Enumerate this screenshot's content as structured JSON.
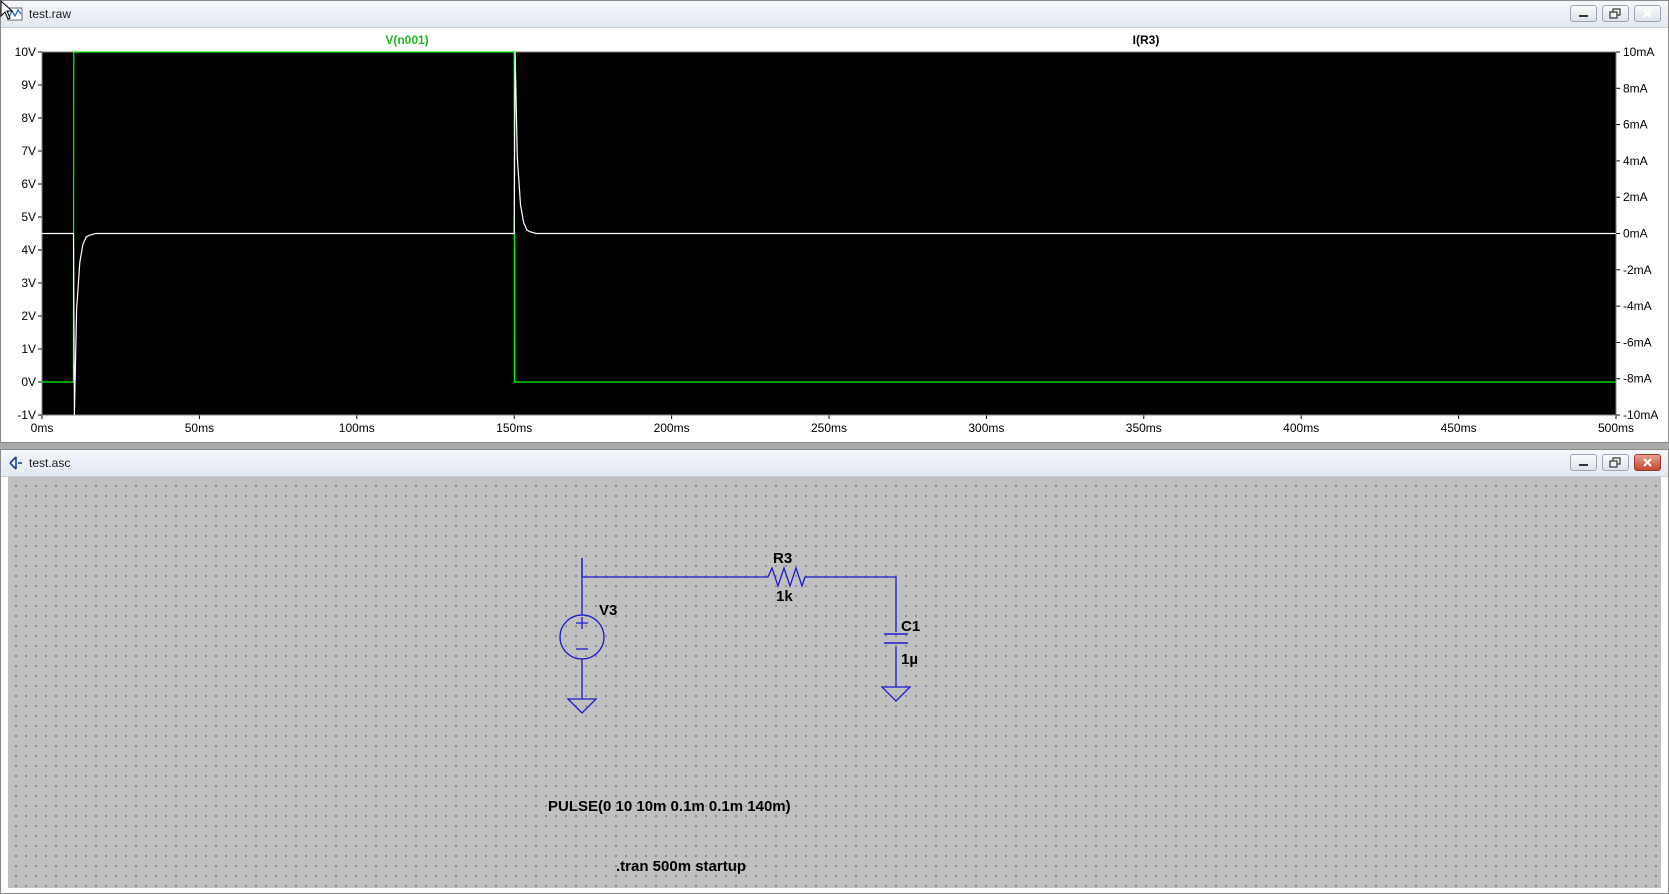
{
  "waveform_window": {
    "title": "test.raw",
    "chart_data": {
      "type": "line",
      "title": "",
      "xlabel": "",
      "ylabel": "",
      "x_ticks": [
        "0ms",
        "50ms",
        "100ms",
        "150ms",
        "200ms",
        "250ms",
        "300ms",
        "350ms",
        "400ms",
        "450ms",
        "500ms"
      ],
      "y_left_ticks": [
        "10V",
        "9V",
        "8V",
        "7V",
        "6V",
        "5V",
        "4V",
        "3V",
        "2V",
        "1V",
        "0V",
        "-1V"
      ],
      "y_right_ticks": [
        "10mA",
        "8mA",
        "6mA",
        "4mA",
        "2mA",
        "0mA",
        "-2mA",
        "-4mA",
        "-6mA",
        "-8mA",
        "-10mA"
      ],
      "xlim": [
        0,
        500
      ],
      "ylim_left": [
        -1,
        10
      ],
      "ylim_right": [
        -10,
        10
      ],
      "grid": false,
      "series": [
        {
          "name": "V(n001)",
          "color": "#00ff00",
          "axis": "left",
          "unit": "V",
          "x": [
            0,
            9.99,
            10.1,
            150,
            150.1,
            500
          ],
          "y": [
            0,
            0,
            10,
            10,
            0,
            0
          ]
        },
        {
          "name": "I(R3)",
          "color": "#ffffff",
          "axis": "right",
          "unit": "mA",
          "x": [
            0,
            10,
            10.3,
            11,
            12,
            13,
            14,
            15,
            17,
            20,
            150,
            150.3,
            151,
            152,
            153,
            154,
            155,
            157,
            160,
            500
          ],
          "y": [
            0,
            0,
            -10,
            -4.2,
            -1.6,
            -0.6,
            -0.2,
            -0.1,
            0,
            0,
            0,
            10,
            4.2,
            1.6,
            0.6,
            0.2,
            0.1,
            0,
            0,
            0
          ]
        }
      ]
    }
  },
  "schematic_window": {
    "title": "test.asc",
    "components": {
      "v3": {
        "name": "V3",
        "value": "PULSE(0 10 10m 0.1m 0.1m 140m)"
      },
      "r3": {
        "name": "R3",
        "value": "1k"
      },
      "c1": {
        "name": "C1",
        "value": "1µ"
      }
    },
    "directive": ".tran 500m startup",
    "wire_color": "#1a1acd"
  }
}
